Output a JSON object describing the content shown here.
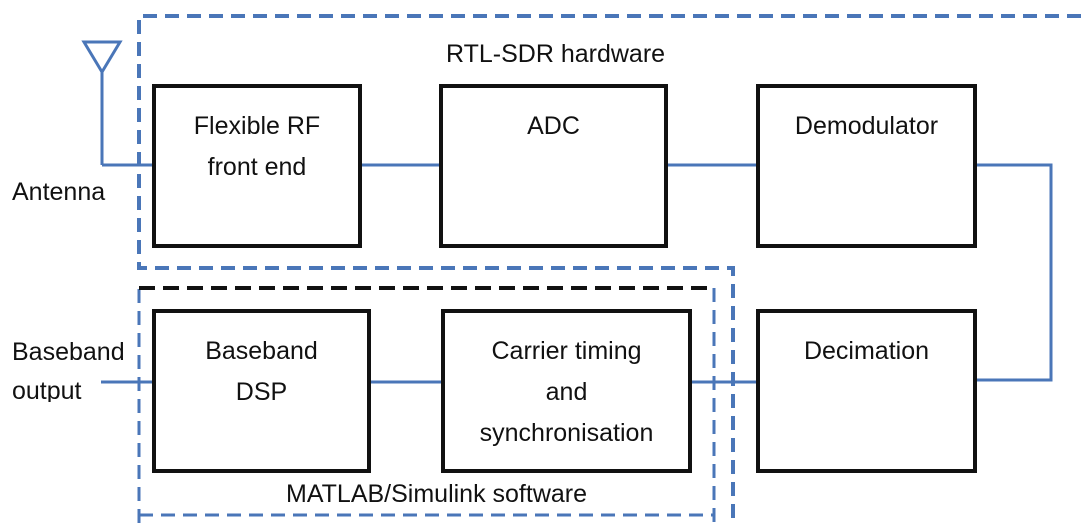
{
  "colors": {
    "wire": "#4a76b8",
    "dashed_blue": "#4a76b8",
    "dashed_black": "#111111",
    "box_border": "#111111"
  },
  "regions": {
    "hardware_label": "RTL-SDR hardware",
    "software_label": "MATLAB/Simulink software"
  },
  "blocks": {
    "rf_front_end": [
      "Flexible RF",
      "front end"
    ],
    "adc": [
      "ADC"
    ],
    "demodulator": [
      "Demodulator"
    ],
    "decimation": [
      "Decimation"
    ],
    "carrier_timing": [
      "Carrier timing",
      "and",
      "synchronisation"
    ],
    "baseband_dsp": [
      "Baseband",
      "DSP"
    ]
  },
  "labels": {
    "antenna": "Antenna",
    "baseband_output_line1": "Baseband",
    "baseband_output_line2": "output"
  },
  "icons": {
    "antenna": "antenna-icon"
  }
}
